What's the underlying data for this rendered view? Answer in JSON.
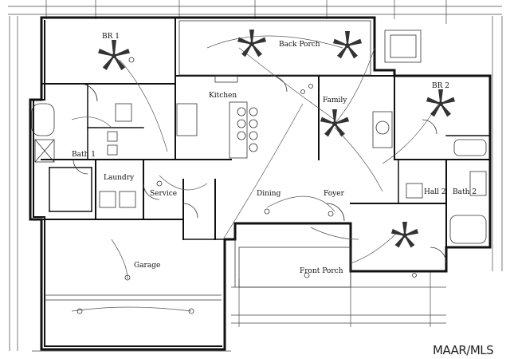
{
  "plan": {
    "rooms": {
      "br1": "BR 1",
      "back_porch": "Back Porch",
      "kitchen": "Kitchen",
      "family": "Family",
      "br2": "BR 2",
      "bath1": "Bath 1",
      "laundry": "Laundry",
      "service": "Service",
      "dining": "Dining",
      "foyer": "Foyer",
      "hall2": "Hall 2",
      "bath2": "Bath 2",
      "garage": "Garage",
      "front_porch": "Front Porch"
    }
  },
  "watermark": "MAAR/MLS",
  "colors": {
    "ink": "#111111",
    "paper": "#ffffff"
  }
}
